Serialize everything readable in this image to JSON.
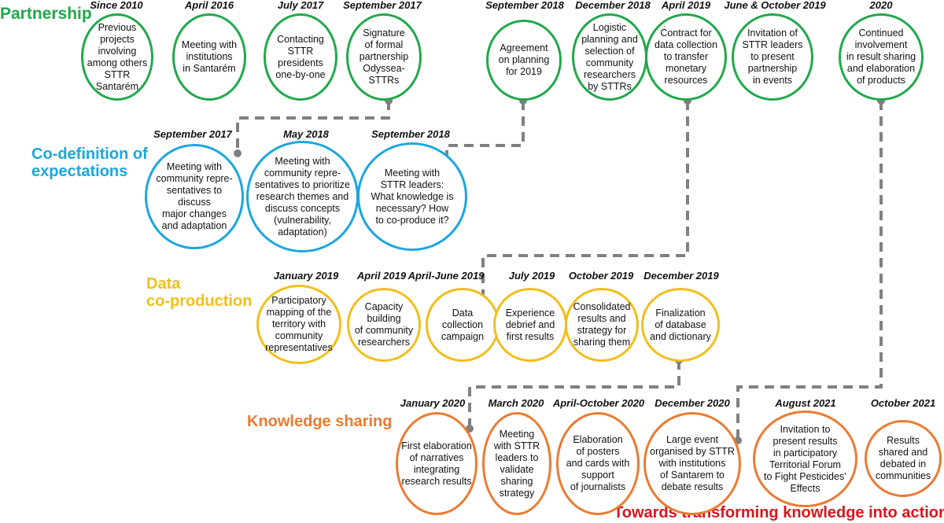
{
  "phases": {
    "partnership": "Partnership",
    "codefinition": "Co-definition of\nexpectations",
    "data_coproduction": "Data\nco-production",
    "knowledge_sharing": "Knowledge sharing",
    "towards_action": "Towards transforming knowledge into action"
  },
  "colors": {
    "partnership": "#21a84b",
    "codefinition": "#1aa7df",
    "data_coproduction": "#f2be1a",
    "knowledge_sharing": "#ea7b32",
    "towards_action": "#d7161d",
    "connector": "#808080"
  },
  "partnership": [
    {
      "date": "Since 2010",
      "text": "Previous\nprojects\ninvolving\namong others\nSTTR Santarém"
    },
    {
      "date": "April 2016",
      "text": "Meeting with\ninstitutions\nin Santarém"
    },
    {
      "date": "July 2017",
      "text": "Contacting\nSTTR\npresidents\none-by-one"
    },
    {
      "date": "September 2017",
      "text": "Signature\nof formal\npartnership\nOdyssea-\nSTTRs"
    },
    {
      "date": "September 2018",
      "text": "Agreement\non planning\nfor 2019"
    },
    {
      "date": "December 2018",
      "text": "Logistic\nplanning and\nselection of\ncommunity\nresearchers\nby STTRs"
    },
    {
      "date": "April 2019",
      "text": "Contract for\ndata collection\nto transfer\nmonetary\nresources"
    },
    {
      "date": "June & October 2019",
      "text": "Invitation of\nSTTR leaders\nto present\npartnership\nin events"
    },
    {
      "date": "2020",
      "text": "Continued\ninvolvement\nin result sharing\nand elaboration\nof products"
    }
  ],
  "codefinition": [
    {
      "date": "September 2017",
      "text": "Meeting with\ncommunity repre-\nsentatives to discuss\nmajor changes\nand adaptation"
    },
    {
      "date": "May 2018",
      "text": "Meeting with\ncommunity repre-\nsentatives to prioritize\nresearch themes and\ndiscuss concepts\n(vulnerability,\nadaptation)"
    },
    {
      "date": "September 2018",
      "text": "Meeting with\nSTTR leaders:\nWhat knowledge is\nnecessary? How\nto co-produce it?"
    }
  ],
  "data_coproduction": [
    {
      "date": "January 2019",
      "text": "Participatory\nmapping of the\nterritory with\ncommunity\nrepresentatives"
    },
    {
      "date": "April 2019",
      "text": "Capacity\nbuilding\nof community\nresearchers"
    },
    {
      "date": "April-June 2019",
      "text": "Data\ncollection\ncampaign"
    },
    {
      "date": "July 2019",
      "text": "Experience\ndebrief and\nfirst results"
    },
    {
      "date": "October 2019",
      "text": "Consolidated\nresults and\nstrategy for\nsharing them"
    },
    {
      "date": "December 2019",
      "text": "Finalization\nof database\nand dictionary"
    }
  ],
  "knowledge_sharing": [
    {
      "date": "January 2020",
      "text": "First elaboration\nof narratives\nintegrating\nresearch results"
    },
    {
      "date": "March 2020",
      "text": "Meeting\nwith STTR\nleaders to\nvalidate\nsharing\nstrategy"
    },
    {
      "date": "April-October 2020",
      "text": "Elaboration\nof posters\nand cards with\nsupport\nof journalists"
    },
    {
      "date": "December 2020",
      "text": "Large event\norganised by STTR\nwith institutions\nof Santarem to\ndebate results"
    }
  ],
  "action": [
    {
      "date": "August 2021",
      "text": "Invitation to\npresent results\nin participatory\nTerritorial Forum\nto Fight Pesticides’\nEffects"
    },
    {
      "date": "October 2021",
      "text": "Results\nshared and\ndebated in\ncommunities"
    }
  ]
}
